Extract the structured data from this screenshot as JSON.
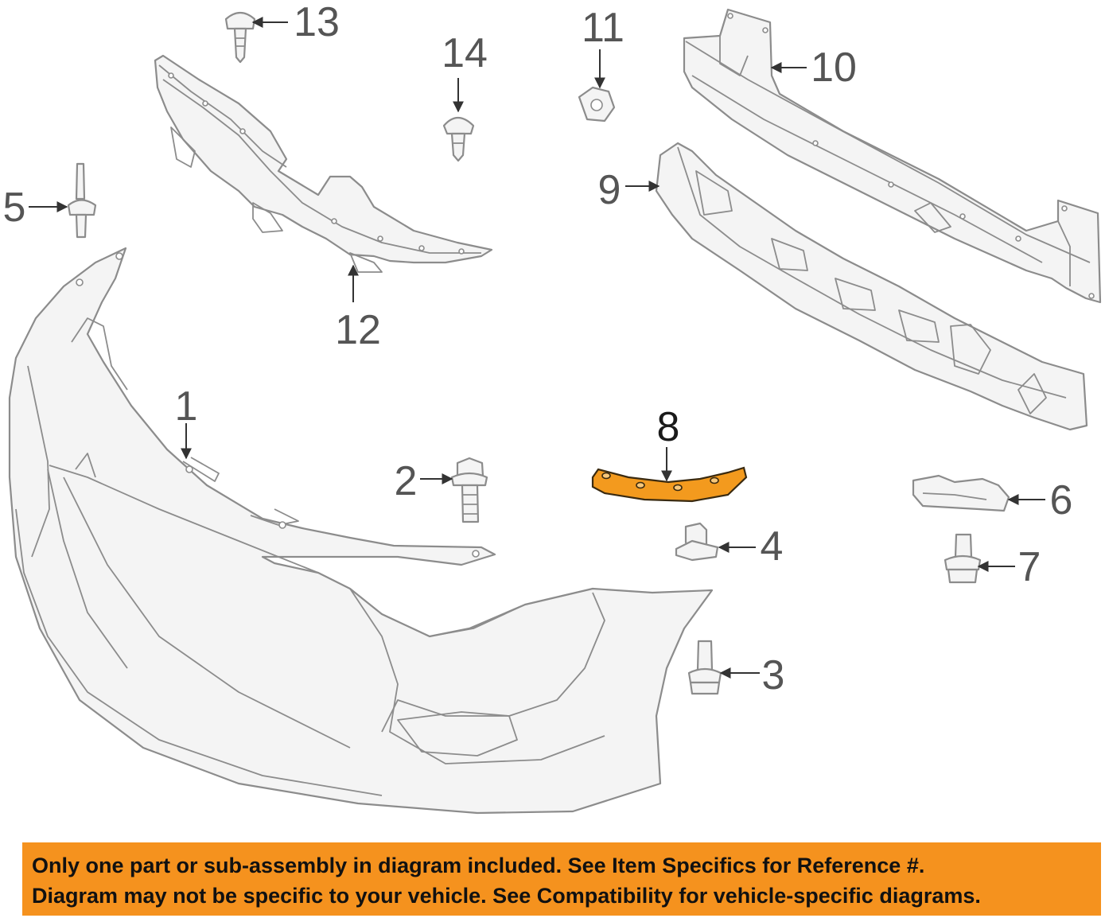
{
  "callouts": [
    {
      "id": "1",
      "label": "1",
      "part": "bumper-cover",
      "highlighted": false
    },
    {
      "id": "2",
      "label": "2",
      "part": "bolt",
      "highlighted": false
    },
    {
      "id": "3",
      "label": "3",
      "part": "bolt",
      "highlighted": false
    },
    {
      "id": "4",
      "label": "4",
      "part": "nut",
      "highlighted": false
    },
    {
      "id": "5",
      "label": "5",
      "part": "rivet",
      "highlighted": false
    },
    {
      "id": "6",
      "label": "6",
      "part": "bracket",
      "highlighted": false
    },
    {
      "id": "7",
      "label": "7",
      "part": "bolt",
      "highlighted": false
    },
    {
      "id": "8",
      "label": "8",
      "part": "side-bracket",
      "highlighted": true
    },
    {
      "id": "9",
      "label": "9",
      "part": "energy-absorber",
      "highlighted": false
    },
    {
      "id": "10",
      "label": "10",
      "part": "reinforcement-beam",
      "highlighted": false
    },
    {
      "id": "11",
      "label": "11",
      "part": "nut",
      "highlighted": false
    },
    {
      "id": "12",
      "label": "12",
      "part": "upper-bracket",
      "highlighted": false
    },
    {
      "id": "13",
      "label": "13",
      "part": "clip",
      "highlighted": false
    },
    {
      "id": "14",
      "label": "14",
      "part": "clip",
      "highlighted": false
    }
  ],
  "notice": {
    "line1": "Only one part or sub-assembly in diagram included. See Item Specifics for Reference #.",
    "line2": "Diagram may not be specific to your vehicle. See Compatibility for vehicle-specific diagrams."
  },
  "colors": {
    "highlight": "#f39a1e",
    "notice_background": "#f5921e",
    "line_art": "#8c8c8c"
  }
}
